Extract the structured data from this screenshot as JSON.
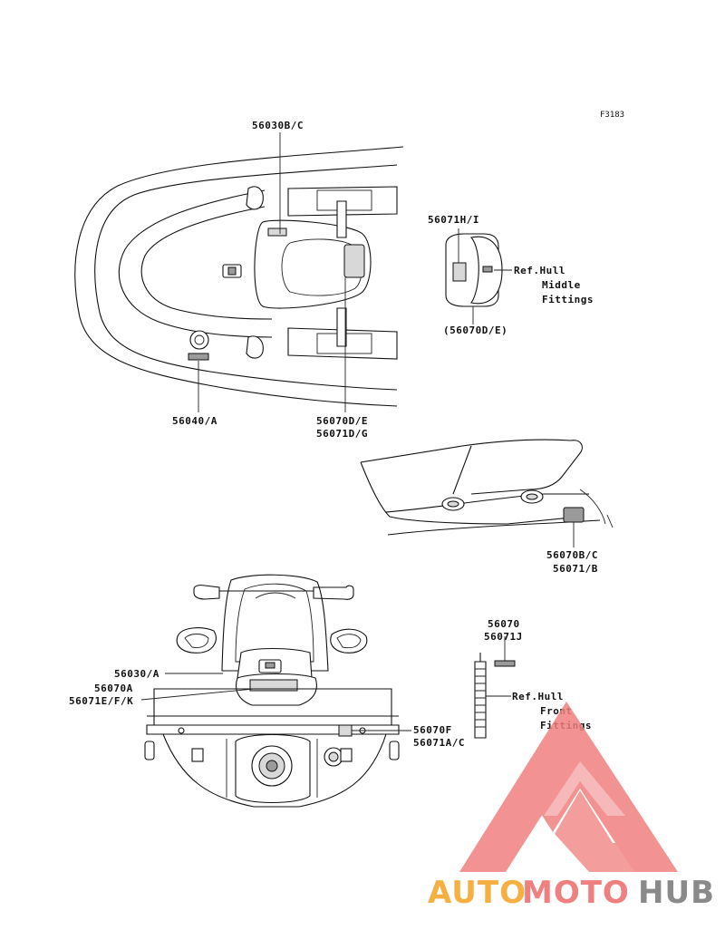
{
  "figure_code": "F3183",
  "labels": {
    "top_56030bc": "56030B/C",
    "top_56071hi": "56071H/I",
    "top_ref_hull_1": "Ref.Hull",
    "top_ref_hull_2": "Middle",
    "top_ref_hull_3": "Fittings",
    "top_56070de_paren": "(56070D/E)",
    "top_56040a": "56040/A",
    "top_56070de": "56070D/E",
    "top_56071dg": "56071D/G",
    "mid_56070bc": "56070B/C",
    "mid_56071b": "56071/B",
    "bot_56070": "56070",
    "bot_56071j": "56071J",
    "bot_56030a": "56030/A",
    "bot_56070a": "56070A",
    "bot_56071efk": "56071E/F/K",
    "bot_ref_hull_1": "Ref.Hull",
    "bot_ref_hull_2": "Front",
    "bot_ref_hull_3": "Fittings",
    "bot_56070f": "56070F",
    "bot_56071ac": "56071A/C"
  },
  "watermark": {
    "part1": "AUTO",
    "part2": "MOTO",
    "part3": "HUB",
    "color_orange": "#f5b041",
    "color_red": "#f08080",
    "color_gray": "#8a8a8a"
  }
}
